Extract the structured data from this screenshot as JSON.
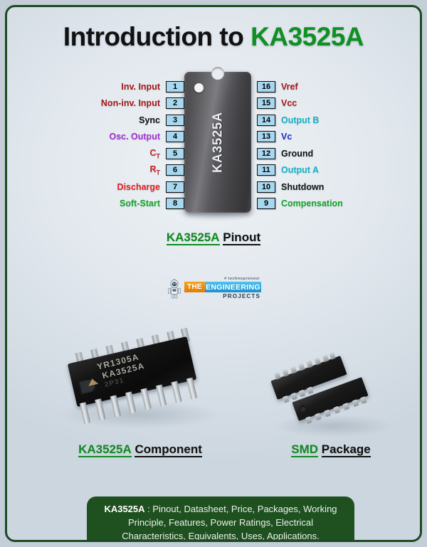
{
  "theme": {
    "accent_green": "#0f9022",
    "frame_green": "#1d4a21",
    "banner_green": "#1f5120",
    "pin_box_blue": "#a8d8f0",
    "background": "#dde4ea"
  },
  "title": {
    "prefix": "Introduction to ",
    "highlight": "KA3525A"
  },
  "pinout": {
    "chip_label": "KA3525A",
    "left_pins": [
      {
        "number": "1",
        "name": "Inv. Input",
        "color": "#a81919"
      },
      {
        "number": "2",
        "name": "Non-inv. Input",
        "color": "#a81919"
      },
      {
        "number": "3",
        "name": "Sync",
        "color": "#111111"
      },
      {
        "number": "4",
        "name": "Osc. Output",
        "color": "#a12fd1"
      },
      {
        "number": "5",
        "name": "CT",
        "color": "#c0272d",
        "sub": "T",
        "base": "C"
      },
      {
        "number": "6",
        "name": "RT",
        "color": "#c0272d",
        "sub": "T",
        "base": "R"
      },
      {
        "number": "7",
        "name": "Discharge",
        "color": "#e01f1f"
      },
      {
        "number": "8",
        "name": "Soft-Start",
        "color": "#17a62b"
      }
    ],
    "right_pins": [
      {
        "number": "16",
        "name": "Vref",
        "color": "#a81919"
      },
      {
        "number": "15",
        "name": "Vcc",
        "color": "#a81919"
      },
      {
        "number": "14",
        "name": "Output B",
        "color": "#19b2c4"
      },
      {
        "number": "13",
        "name": "Vc",
        "color": "#2330c8"
      },
      {
        "number": "12",
        "name": "Ground",
        "color": "#111111"
      },
      {
        "number": "11",
        "name": "Output A",
        "color": "#19b2c4"
      },
      {
        "number": "10",
        "name": "Shutdown",
        "color": "#111111"
      },
      {
        "number": "9",
        "name": "Compensation",
        "color": "#17a62b"
      }
    ],
    "caption_green": "KA3525A",
    "caption_black": "Pinout"
  },
  "logo": {
    "tagline": "# technopreneur",
    "word_the": "THE",
    "word_engineering": "ENGINEERING",
    "word_projects": "PROJECTS",
    "robot_icon": "robot-mascot-icon"
  },
  "packages": {
    "dip": {
      "marking_line1": "YR1305A",
      "marking_line2": "KA3525A",
      "marking_line3": "2P31",
      "caption_green": "KA3525A",
      "caption_black": "Component"
    },
    "smd": {
      "caption_green": "SMD",
      "caption_black": "Package"
    }
  },
  "banner": {
    "lead": "KA3525A",
    "text": " : Pinout, Datasheet, Price, Packages, Working Principle, Features, Power Ratings, Electrical Characteristics, Equivalents, Uses, Applications."
  }
}
